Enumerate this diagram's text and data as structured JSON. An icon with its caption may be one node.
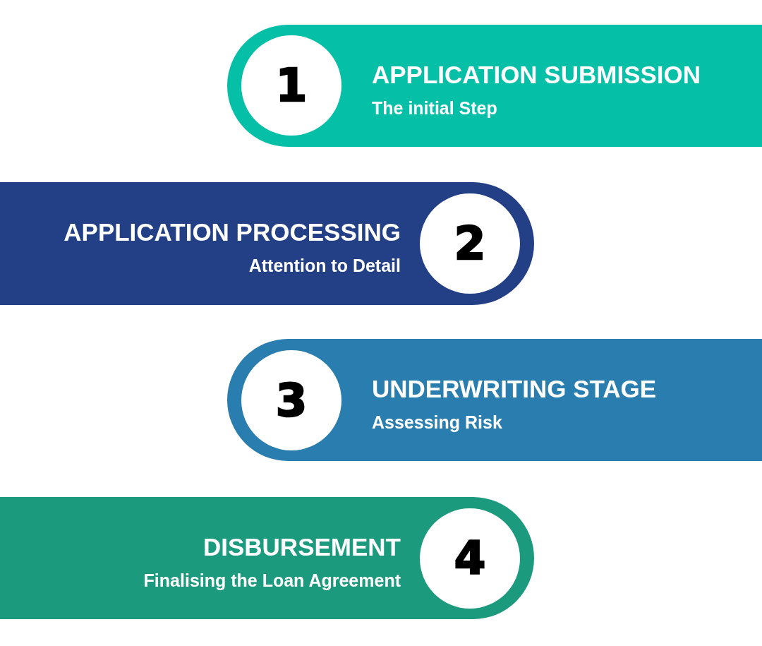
{
  "diagram": {
    "nodes": [
      {
        "text": [
          "APPLICATION SUBMISSION",
          "The initial Step"
        ]
      },
      {
        "text": [
          "1"
        ],
        "in": 0
      },
      {
        "text": [
          "APPLICATION PROCESSING",
          "Attention to Detail"
        ]
      },
      {
        "text": [
          "2"
        ],
        "in": 2
      },
      {
        "text": [
          "UNDERWRITING STAGE",
          "Assessing Risk"
        ]
      },
      {
        "text": [
          "3"
        ],
        "in": 4
      },
      {
        "text": [
          "DISBURSEMENT",
          "Finalising the Loan Agreement"
        ]
      },
      {
        "text": [
          "4"
        ],
        "in": 6
      }
    ]
  }
}
